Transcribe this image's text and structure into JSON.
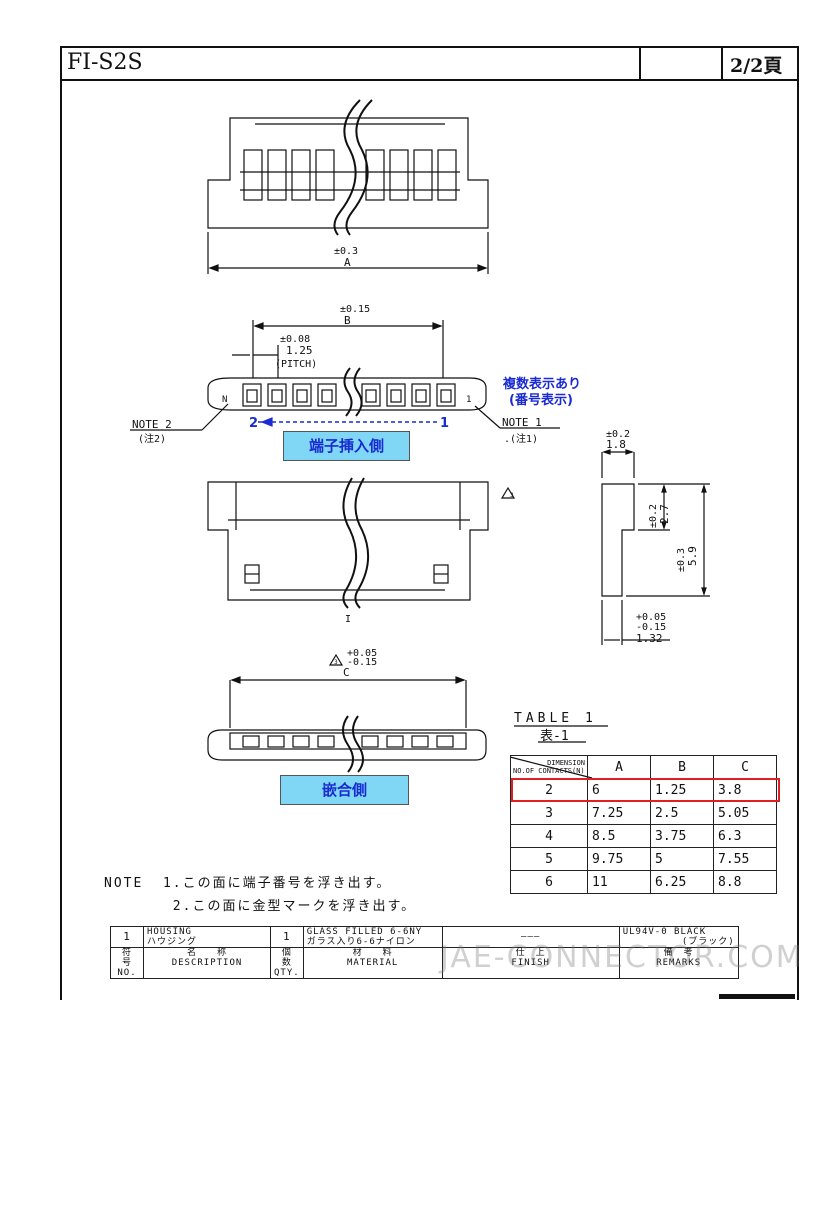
{
  "header": {
    "title": "FI-S2S",
    "page": "2/2頁"
  },
  "view1": {
    "tol": "±0.3",
    "dim": "A"
  },
  "view2": {
    "b_tol": "±0.15",
    "b_dim": "B",
    "p_tol": "±0.08",
    "p_dim": "1.25",
    "p_label": "(PITCH)",
    "n": "N",
    "one": "1",
    "note2": "NOTE 2",
    "note2_ja": "(注2)",
    "note1": "NOTE 1",
    "note1_ja": ".(注1)",
    "blue1": "複数表示あり",
    "blue2": "(番号表示)",
    "arrow_left": "2",
    "arrow_right": "1",
    "label": "端子挿入側"
  },
  "side": {
    "w_tol": "±0.2",
    "w_dim": "1.8",
    "h1_tol": "±0.2",
    "h1_dim": "2.7",
    "h2_tol": "±0.3",
    "h2_dim": "5.9",
    "b_tol_p": "+0.05",
    "b_tol_m": "-0.15",
    "b_dim": "1.32"
  },
  "view3": {
    "mark": "3",
    "center": "I"
  },
  "view4": {
    "c_tol_p": "+0.05",
    "c_tol_m": "-0.15",
    "c_dim": "C",
    "mark": "3",
    "label": "嵌合側"
  },
  "table": {
    "title": "TABLE 1",
    "title_ja": "表-1",
    "hdr_top": "DIMENSION",
    "hdr_bottom": "NO.OF CONTACTS(N)",
    "cols": [
      "A",
      "B",
      "C"
    ],
    "rows": [
      {
        "n": "2",
        "a": "6",
        "b": "1.25",
        "c": "3.8"
      },
      {
        "n": "3",
        "a": "7.25",
        "b": "2.5",
        "c": "5.05"
      },
      {
        "n": "4",
        "a": "8.5",
        "b": "3.75",
        "c": "6.3"
      },
      {
        "n": "5",
        "a": "9.75",
        "b": "5",
        "c": "7.55"
      },
      {
        "n": "6",
        "a": "11",
        "b": "6.25",
        "c": "8.8"
      }
    ]
  },
  "notes": {
    "label": "NOTE",
    "n1": "1.この面に端子番号を浮き出す。",
    "n2": "2.この面に金型マークを浮き出す。"
  },
  "bom": {
    "no": "1",
    "desc_en": "HOUSING",
    "desc_ja": "ハウジング",
    "qty": "1",
    "mat_en": "GLASS FILLED 6-6NY",
    "mat_ja": "ガラス入り6-6ナイロン",
    "finish": "———",
    "remarks_en": "UL94V-0 BLACK",
    "remarks_ja": "(ブラック)",
    "h_no_ja": "符 号",
    "h_no": "NO.",
    "h_desc_ja": "名　　称",
    "h_desc": "DESCRIPTION",
    "h_qty_ja": "個 数",
    "h_qty": "QTY.",
    "h_mat_ja": "材　　料",
    "h_mat": "MATERIAL",
    "h_fin_ja": "仕　上",
    "h_fin": "FINISH",
    "h_rem_ja": "備　考",
    "h_rem": "REMARKS"
  },
  "watermark": "JAE-CONNECTOR.COM"
}
